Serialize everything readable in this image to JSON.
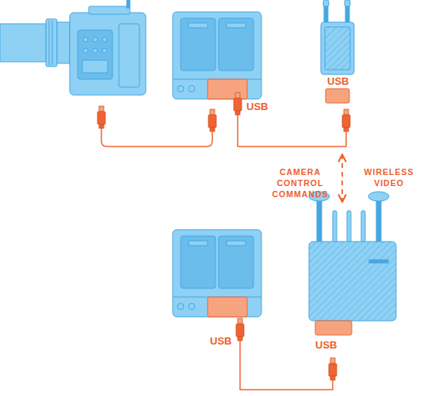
{
  "diagram": {
    "nodes": [
      {
        "text": [
          "USB"
        ]
      },
      {
        "text": [
          "USB"
        ]
      },
      {
        "text": [
          "USB"
        ]
      },
      {
        "text": [
          "USB"
        ]
      }
    ],
    "edges": [
      {
        "from": 0,
        "to": 1,
        "arrow": "none"
      },
      {
        "from": 2,
        "to": 3,
        "arrow": "none"
      },
      {
        "from": 1,
        "to": 3,
        "arrow": "both",
        "label": "CAMERA CONTROL COMMANDS"
      }
    ],
    "labels": [
      "WIRELESS VIDEO"
    ]
  }
}
